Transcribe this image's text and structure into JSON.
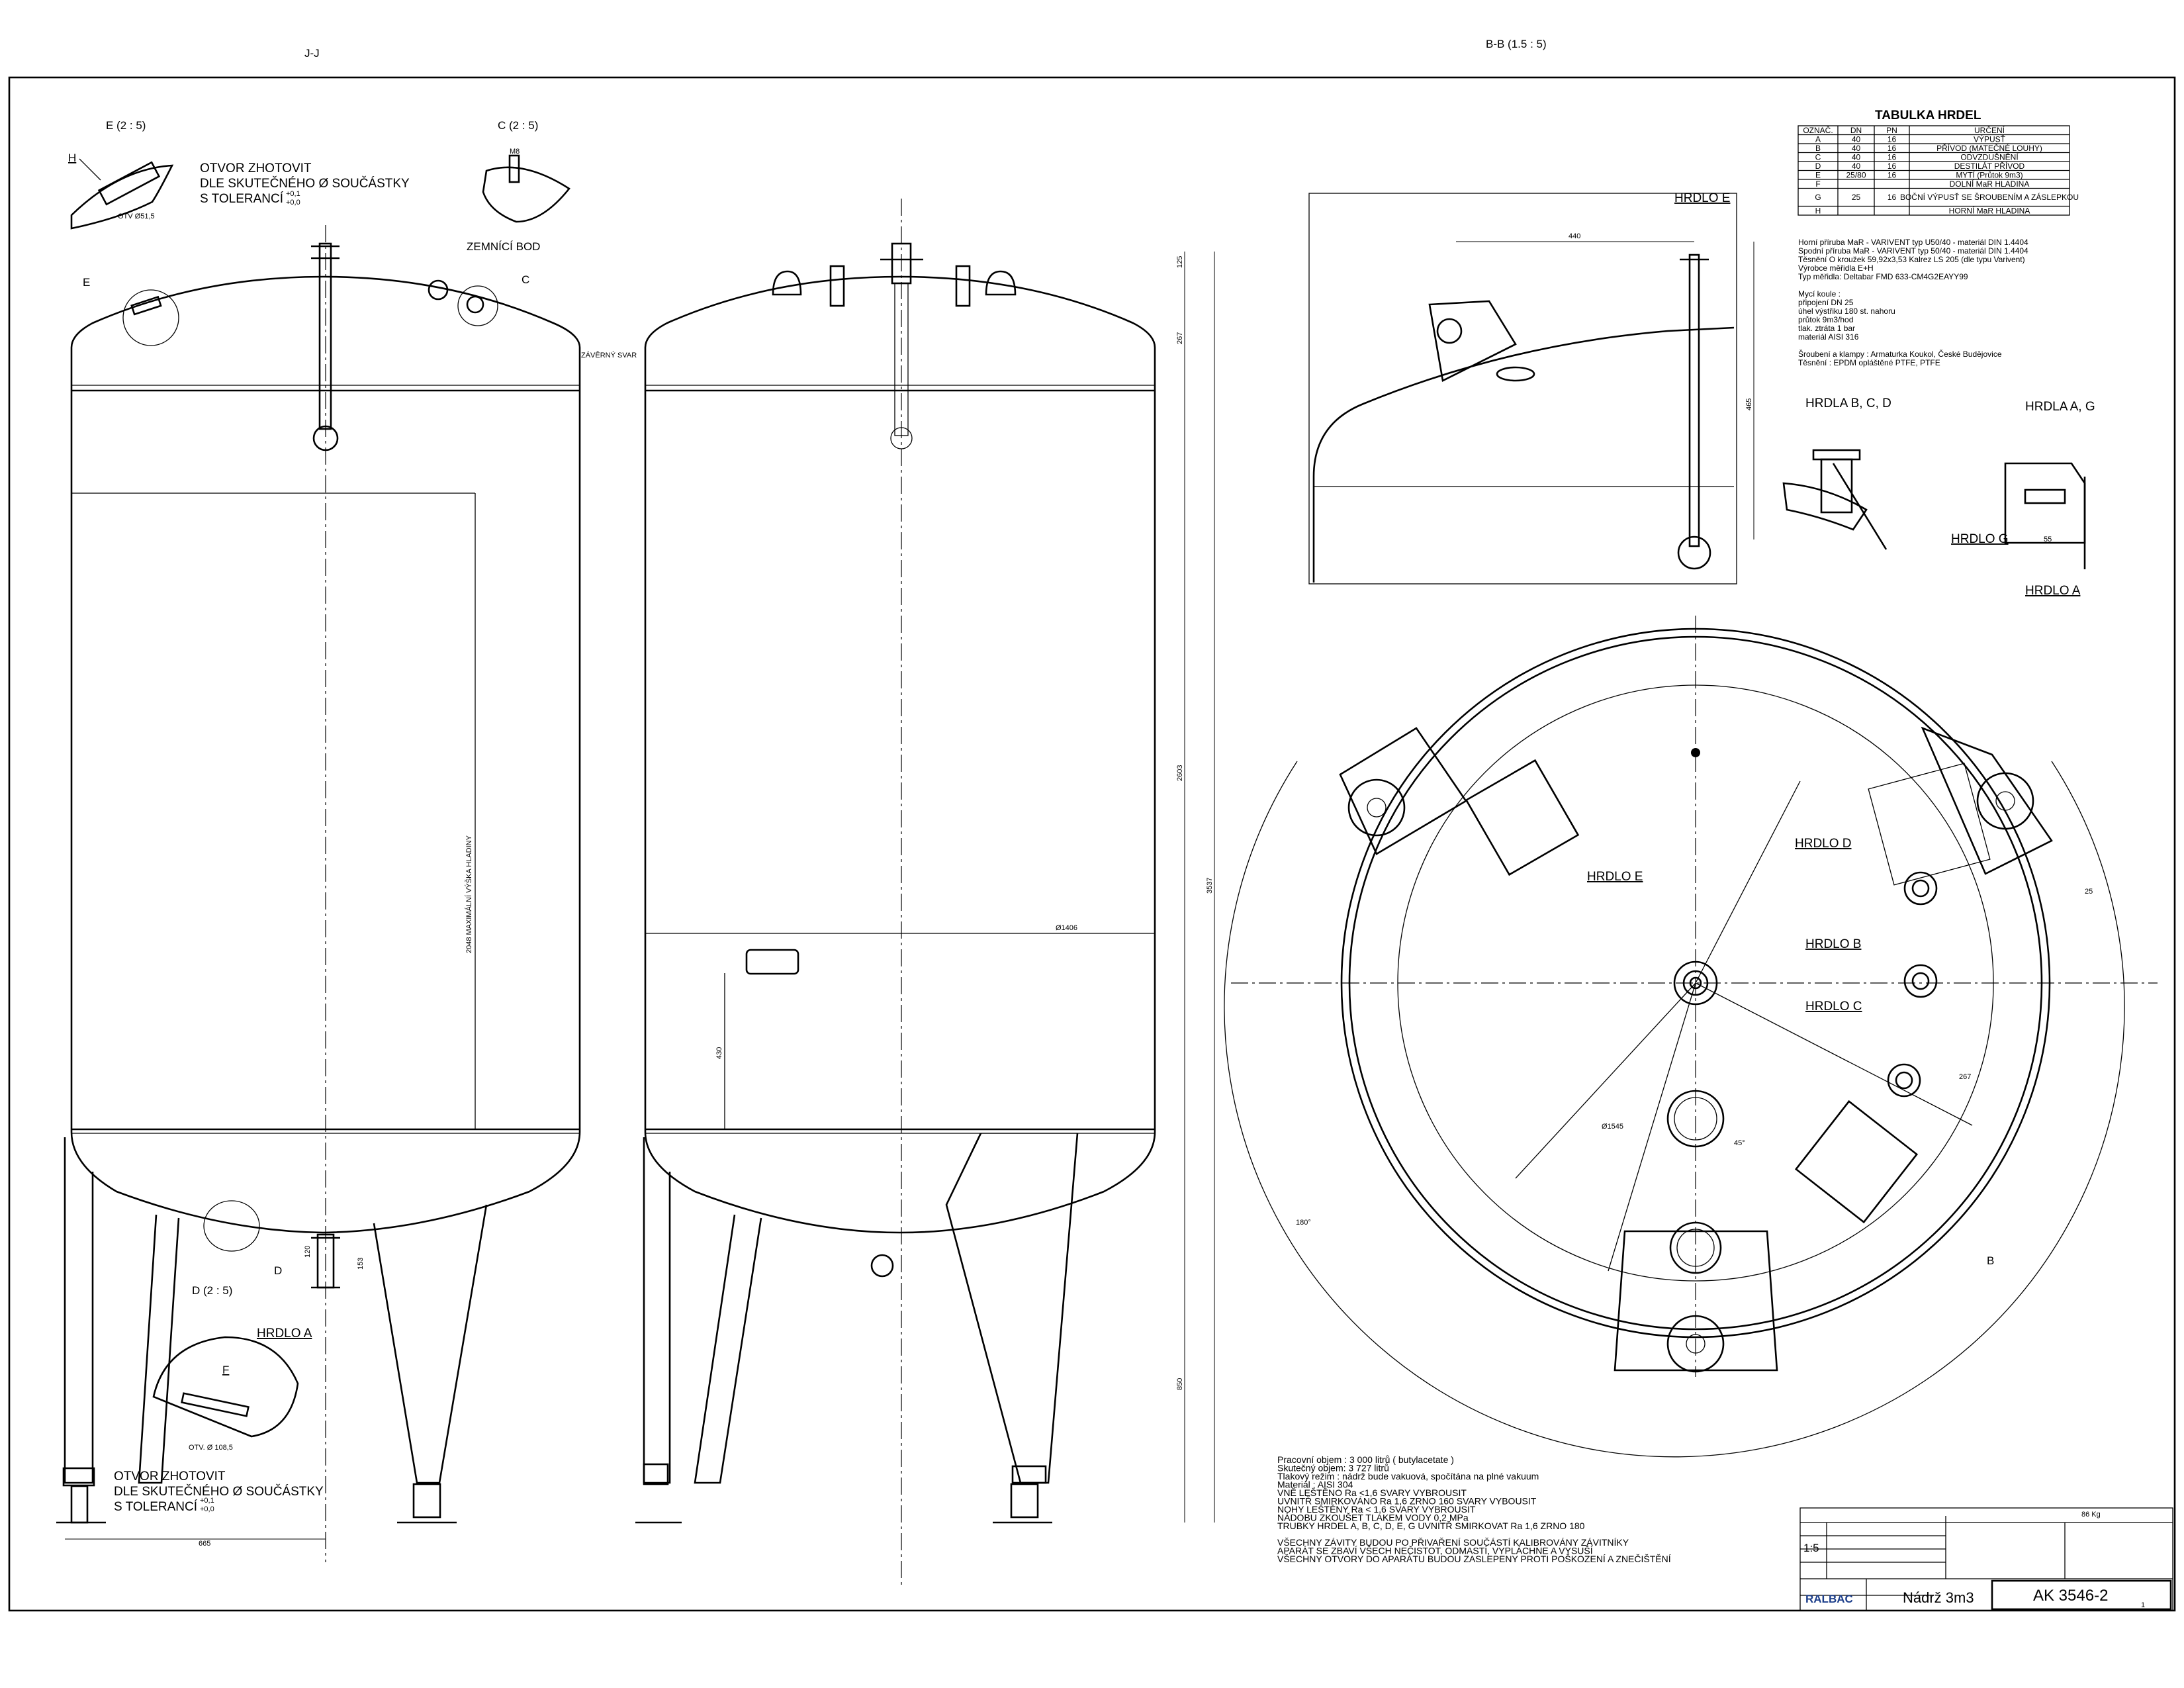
{
  "views": {
    "left_title": "J-J",
    "right_title": "B-B  (1.5 : 5)"
  },
  "details": {
    "e_title": "E  (2 : 5)",
    "c_title": "C  (2 : 5)",
    "d_title": "D  (2 : 5)",
    "opening_note": [
      "OTVOR ZHOTOVIT",
      "DLE SKUTEČNÉHO Ø SOUČÁSTKY",
      "S TOLERANCÍ"
    ],
    "tol_upper": "+0,1",
    "tol_lower": "+0,0",
    "earth": "ZEMNÍCÍ BOD",
    "weld": "ZÁVĚRNÝ SVAR",
    "max_level": "2048 MAXIMÁLNÍ VÝŠKA HLADINY",
    "e_hole": "OTV Ø51,5",
    "d_hole": "OTV. Ø 108,5",
    "c_dim": "M8"
  },
  "callouts": {
    "E": "E",
    "C": "C",
    "D": "D",
    "F": "F",
    "H": "H",
    "hrdlo_a": "HRDLO A",
    "hrdlo_e": "HRDLO E",
    "hrdlo_d": "HRDLO D",
    "hrdlo_b": "HRDLO B",
    "hrdlo_c": "HRDLO C",
    "hrdlo_g": "HRDLO G",
    "hrdla_bcd": "HRDLA B, C, D",
    "hrdla_ag": "HRDLA A, G",
    "section_b": "B"
  },
  "dims": {
    "d125": "125",
    "d267": "267",
    "d2603": "2603",
    "d3537": "3537",
    "d850": "850",
    "d665": "665",
    "d430": "430",
    "d1406": "Ø1406",
    "d440": "440",
    "d465": "465",
    "d120": "120",
    "d153": "153",
    "d25": "25",
    "d45": "45°",
    "d267b": "267",
    "d180": "180°",
    "d55": "55",
    "d1545": "Ø1545"
  },
  "nozzle_table": {
    "title": "TABULKA HRDEL",
    "headers": [
      "OZNAČ.",
      "DN",
      "PN",
      "URČENÍ"
    ],
    "rows": [
      [
        "A",
        "40",
        "16",
        "VÝPUSŤ"
      ],
      [
        "B",
        "40",
        "16",
        "PŘÍVOD (MATEČNÉ LOUHY)"
      ],
      [
        "C",
        "40",
        "16",
        "ODVZDUŠNĚNÍ"
      ],
      [
        "D",
        "40",
        "16",
        "DESTILÁT PŘÍVOD"
      ],
      [
        "E",
        "25/80",
        "16",
        "MYTÍ (Průtok 9m3)"
      ],
      [
        "F",
        "",
        "",
        "DOLNÍ MaR HLADINA"
      ],
      [
        "G",
        "25",
        "16",
        "BOČNÍ VÝPUSŤ SE ŠROUBENÍM A ZÁSLEPKOU"
      ],
      [
        "H",
        "",
        "",
        "HORNÍ MaR HLADINA"
      ]
    ]
  },
  "spec_lines": [
    "Horní příruba MaR - VARIVENT typ U50/40 - materiál DIN 1.4404",
    "Spodní příruba MaR - VARIVENT typ 50/40 - materiál DIN 1.4404",
    "Těsnění O kroužek 59,92x3,53 Kalrez LS 205 (dle typu Varivent)",
    "Výrobce měřidla E+H",
    "Typ měřidla: Deltabar FMD 633-CM4G2EAYY99",
    "",
    "Mycí koule :",
    "připojení DN 25",
    "úhel výstřiku 180 st. nahoru",
    "průtok 9m3/hod",
    "tlak. ztráta 1 bar",
    "materiál AISI 316",
    "",
    "Šroubení a klampy : Armaturka Koukol, České Budějovice",
    "Těsnění : EPDM opláštěné PTFE, PTFE"
  ],
  "notes": [
    "Pracovní objem : 3 000 litrů ( butylacetate )",
    "Skutečný objem: 3 727 litrů",
    "Tlakový režim : nádrž bude vakuová, spočítána na plné vakuum",
    "Materiál : AISI 304",
    "VNĚ LEŠTĚNO Ra <1,6 SVARY VYBROUSIT",
    "UVNITŘ SMIRKOVÁNO Ra 1,6 ZRNO 160 SVARY VYBOUSIT",
    "NOHY LEŠTĚNY Ra < 1,6 SVARY VYBROUSIT",
    "NÁDOBU ZKOUŠET TLAKEM VODY 0,2 MPa",
    "TRUBKY HRDEL A, B, C, D, E, G UVNITŘ SMIRKOVAT Ra 1,6 ZRNO 180",
    "",
    "VŠECHNY ZÁVITY BUDOU PO PŘIVAŘENÍ SOUČÁSTÍ KALIBROVÁNY ZÁVITNÍKY",
    "APARÁT SE ZBAVÍ VŠECH NEČISTOT, ODMASTÍ, VYPLÁCHNE A VYSUŠÍ",
    "VŠECHNY OTVORY DO APARÁTU BUDOU ZASLEPENY PROTI POŠKOZENÍ A ZNEČIŠTĚNÍ"
  ],
  "title_block": {
    "scale": "1:5",
    "company": "RALBAC",
    "name": "Nádrž 3m3",
    "number": "AK 3546-2",
    "weight": "86 Kg",
    "sheet": "1"
  }
}
